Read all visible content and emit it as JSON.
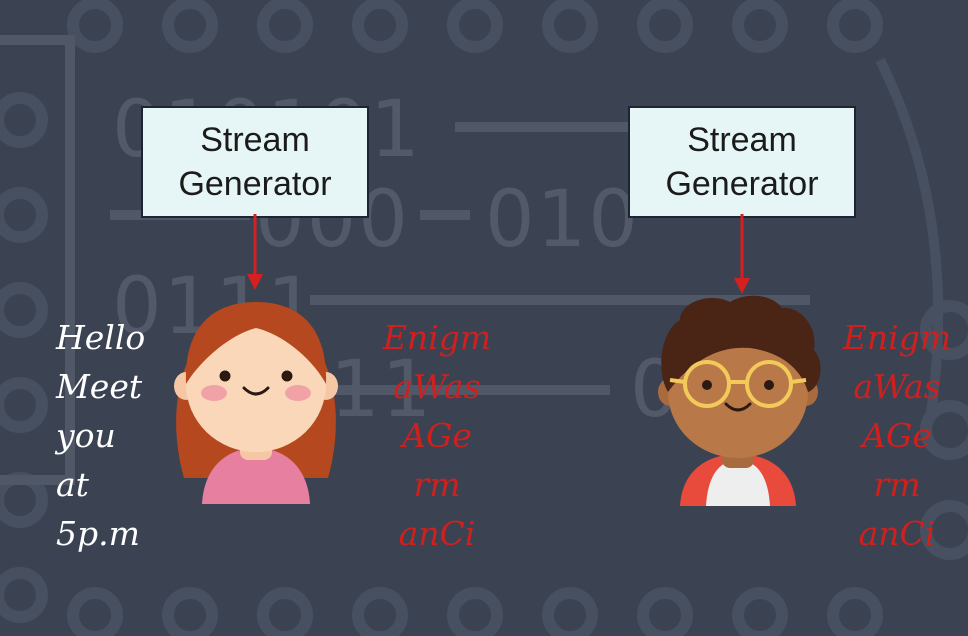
{
  "background": {
    "color": "#3b4252",
    "binary_fragments": [
      "010101",
      "000",
      "010",
      "0111",
      "11",
      "0"
    ]
  },
  "generators": [
    {
      "line1": "Stream",
      "line2": "Generator"
    },
    {
      "line1": "Stream",
      "line2": "Generator"
    }
  ],
  "plaintext": [
    "Hello",
    "Meet",
    "you",
    "at",
    "5p.m"
  ],
  "ciphertext_left": [
    "Enigm",
    "aWas",
    "AGe",
    "rm",
    "anCi"
  ],
  "ciphertext_right": [
    "Enigm",
    "aWas",
    "AGe",
    "rm",
    "anCi"
  ],
  "colors": {
    "box_fill": "#e6f5f5",
    "arrow": "#d42020",
    "cipher_text": "#d0201d",
    "plain_text": "#ffffff"
  },
  "icons": {
    "left_person": "girl-avatar-icon",
    "right_person": "boy-with-glasses-avatar-icon"
  }
}
